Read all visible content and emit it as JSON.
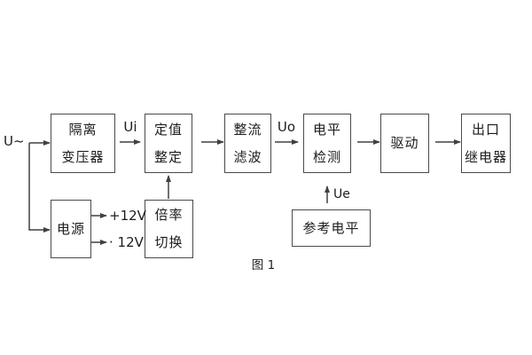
{
  "diagram": {
    "caption": "图 1",
    "input_label": "U~",
    "signals": {
      "ui": "Ui",
      "uo": "Uo",
      "ue": "Ue"
    },
    "power_rails": {
      "positive": "+12V",
      "negative": "· 12V"
    },
    "blocks": {
      "isolation_transformer": {
        "line1": "隔离",
        "line2": "变压器"
      },
      "setting": {
        "line1": "定值",
        "line2": "整定"
      },
      "rectifier_filter": {
        "line1": "整流",
        "line2": "滤波"
      },
      "level_detection": {
        "line1": "电平",
        "line2": "检测"
      },
      "drive": {
        "line1": "驱动"
      },
      "output_relay": {
        "line1": "出口",
        "line2": "继电器"
      },
      "power_supply": {
        "line1": "电源"
      },
      "ratio_switch": {
        "line1": "倍率",
        "line2": "切换"
      },
      "reference_level": {
        "line1": "参考电平"
      }
    },
    "colors": {
      "line": "#404040",
      "border": "#4a4a4a",
      "text": "#1c1c1c",
      "background": "#ffffff"
    }
  }
}
